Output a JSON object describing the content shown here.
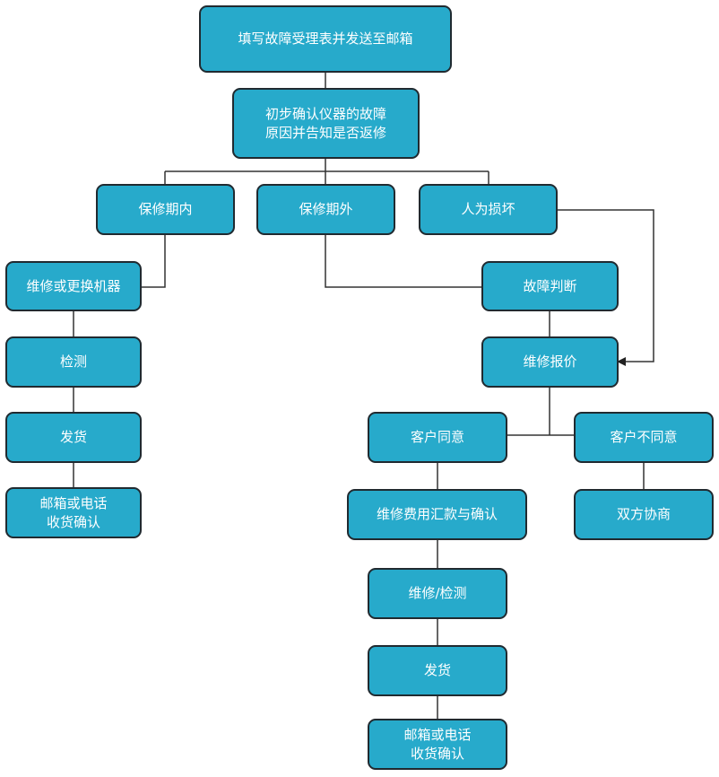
{
  "nodes": {
    "fill_form": "填写故障受理表并发送至邮箱",
    "initial_confirm": "初步确认仪器的故障\n原因并告知是否返修",
    "in_warranty": "保修期内",
    "out_warranty": "保修期外",
    "human_damage": "人为损坏",
    "repair_replace": "维修或更换机器",
    "inspect_left": "检测",
    "ship_left": "发货",
    "confirm_left": "邮箱或电话\n收货确认",
    "fault_judge": "故障判断",
    "repair_quote": "维修报价",
    "customer_agree": "客户同意",
    "customer_disagree": "客户不同意",
    "payment_confirm": "维修费用汇款与确认",
    "negotiate": "双方协商",
    "repair_inspect": "维修/检测",
    "ship_right": "发货",
    "confirm_right": "邮箱或电话\n收货确认"
  },
  "colors": {
    "node_fill": "#27aacb",
    "node_border": "#202a30",
    "node_text": "#ffffff",
    "line": "#333333"
  }
}
